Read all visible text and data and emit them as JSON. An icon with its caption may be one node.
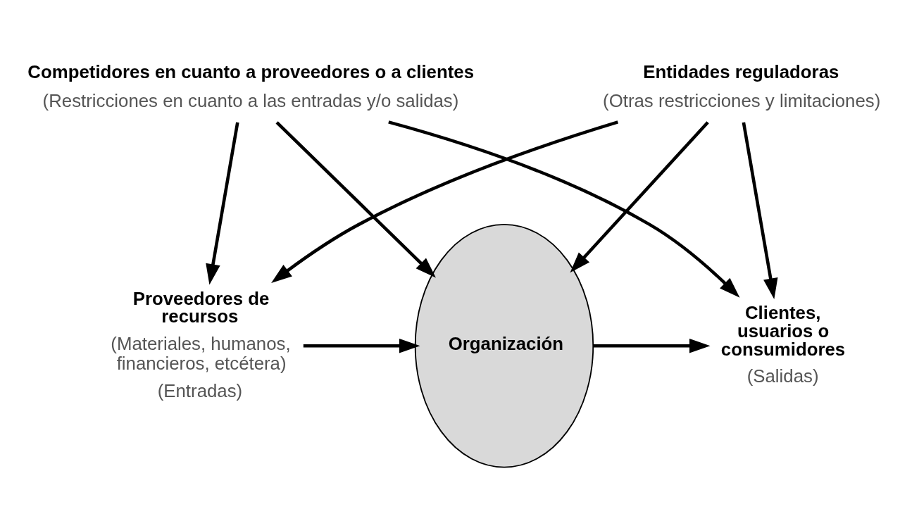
{
  "diagram": {
    "nodes": [
      {
        "text": [
          "Competidores en cuanto a proveedores o a clientes",
          "(Restricciones en cuanto a las entradas y/o salidas)"
        ]
      },
      {
        "text": [
          "Proveedores de recursos",
          "(Materiales, humanos, financieros, etcétera)"
        ],
        "beside": [
          "(Entradas)"
        ]
      },
      {
        "text": [
          "Organización"
        ]
      },
      {
        "text": [
          "Clientes, usuarios o consumidores"
        ],
        "beside": [
          "(Salidas)"
        ]
      },
      {
        "text": [
          "Entidades reguladoras",
          "(Otras restricciones y limitaciones)"
        ]
      }
    ],
    "edges": [
      {
        "from": 0,
        "to": 1,
        "arrow": "to"
      },
      {
        "from": 0,
        "to": 2,
        "arrow": "to"
      },
      {
        "from": 0,
        "to": 3,
        "arrow": "to"
      },
      {
        "from": 1,
        "to": 2,
        "arrow": "to"
      },
      {
        "from": 2,
        "to": 3,
        "arrow": "to"
      },
      {
        "from": 4,
        "to": 1,
        "arrow": "to"
      },
      {
        "from": 4,
        "to": 2,
        "arrow": "to"
      },
      {
        "from": 4,
        "to": 3,
        "arrow": "to"
      }
    ]
  }
}
